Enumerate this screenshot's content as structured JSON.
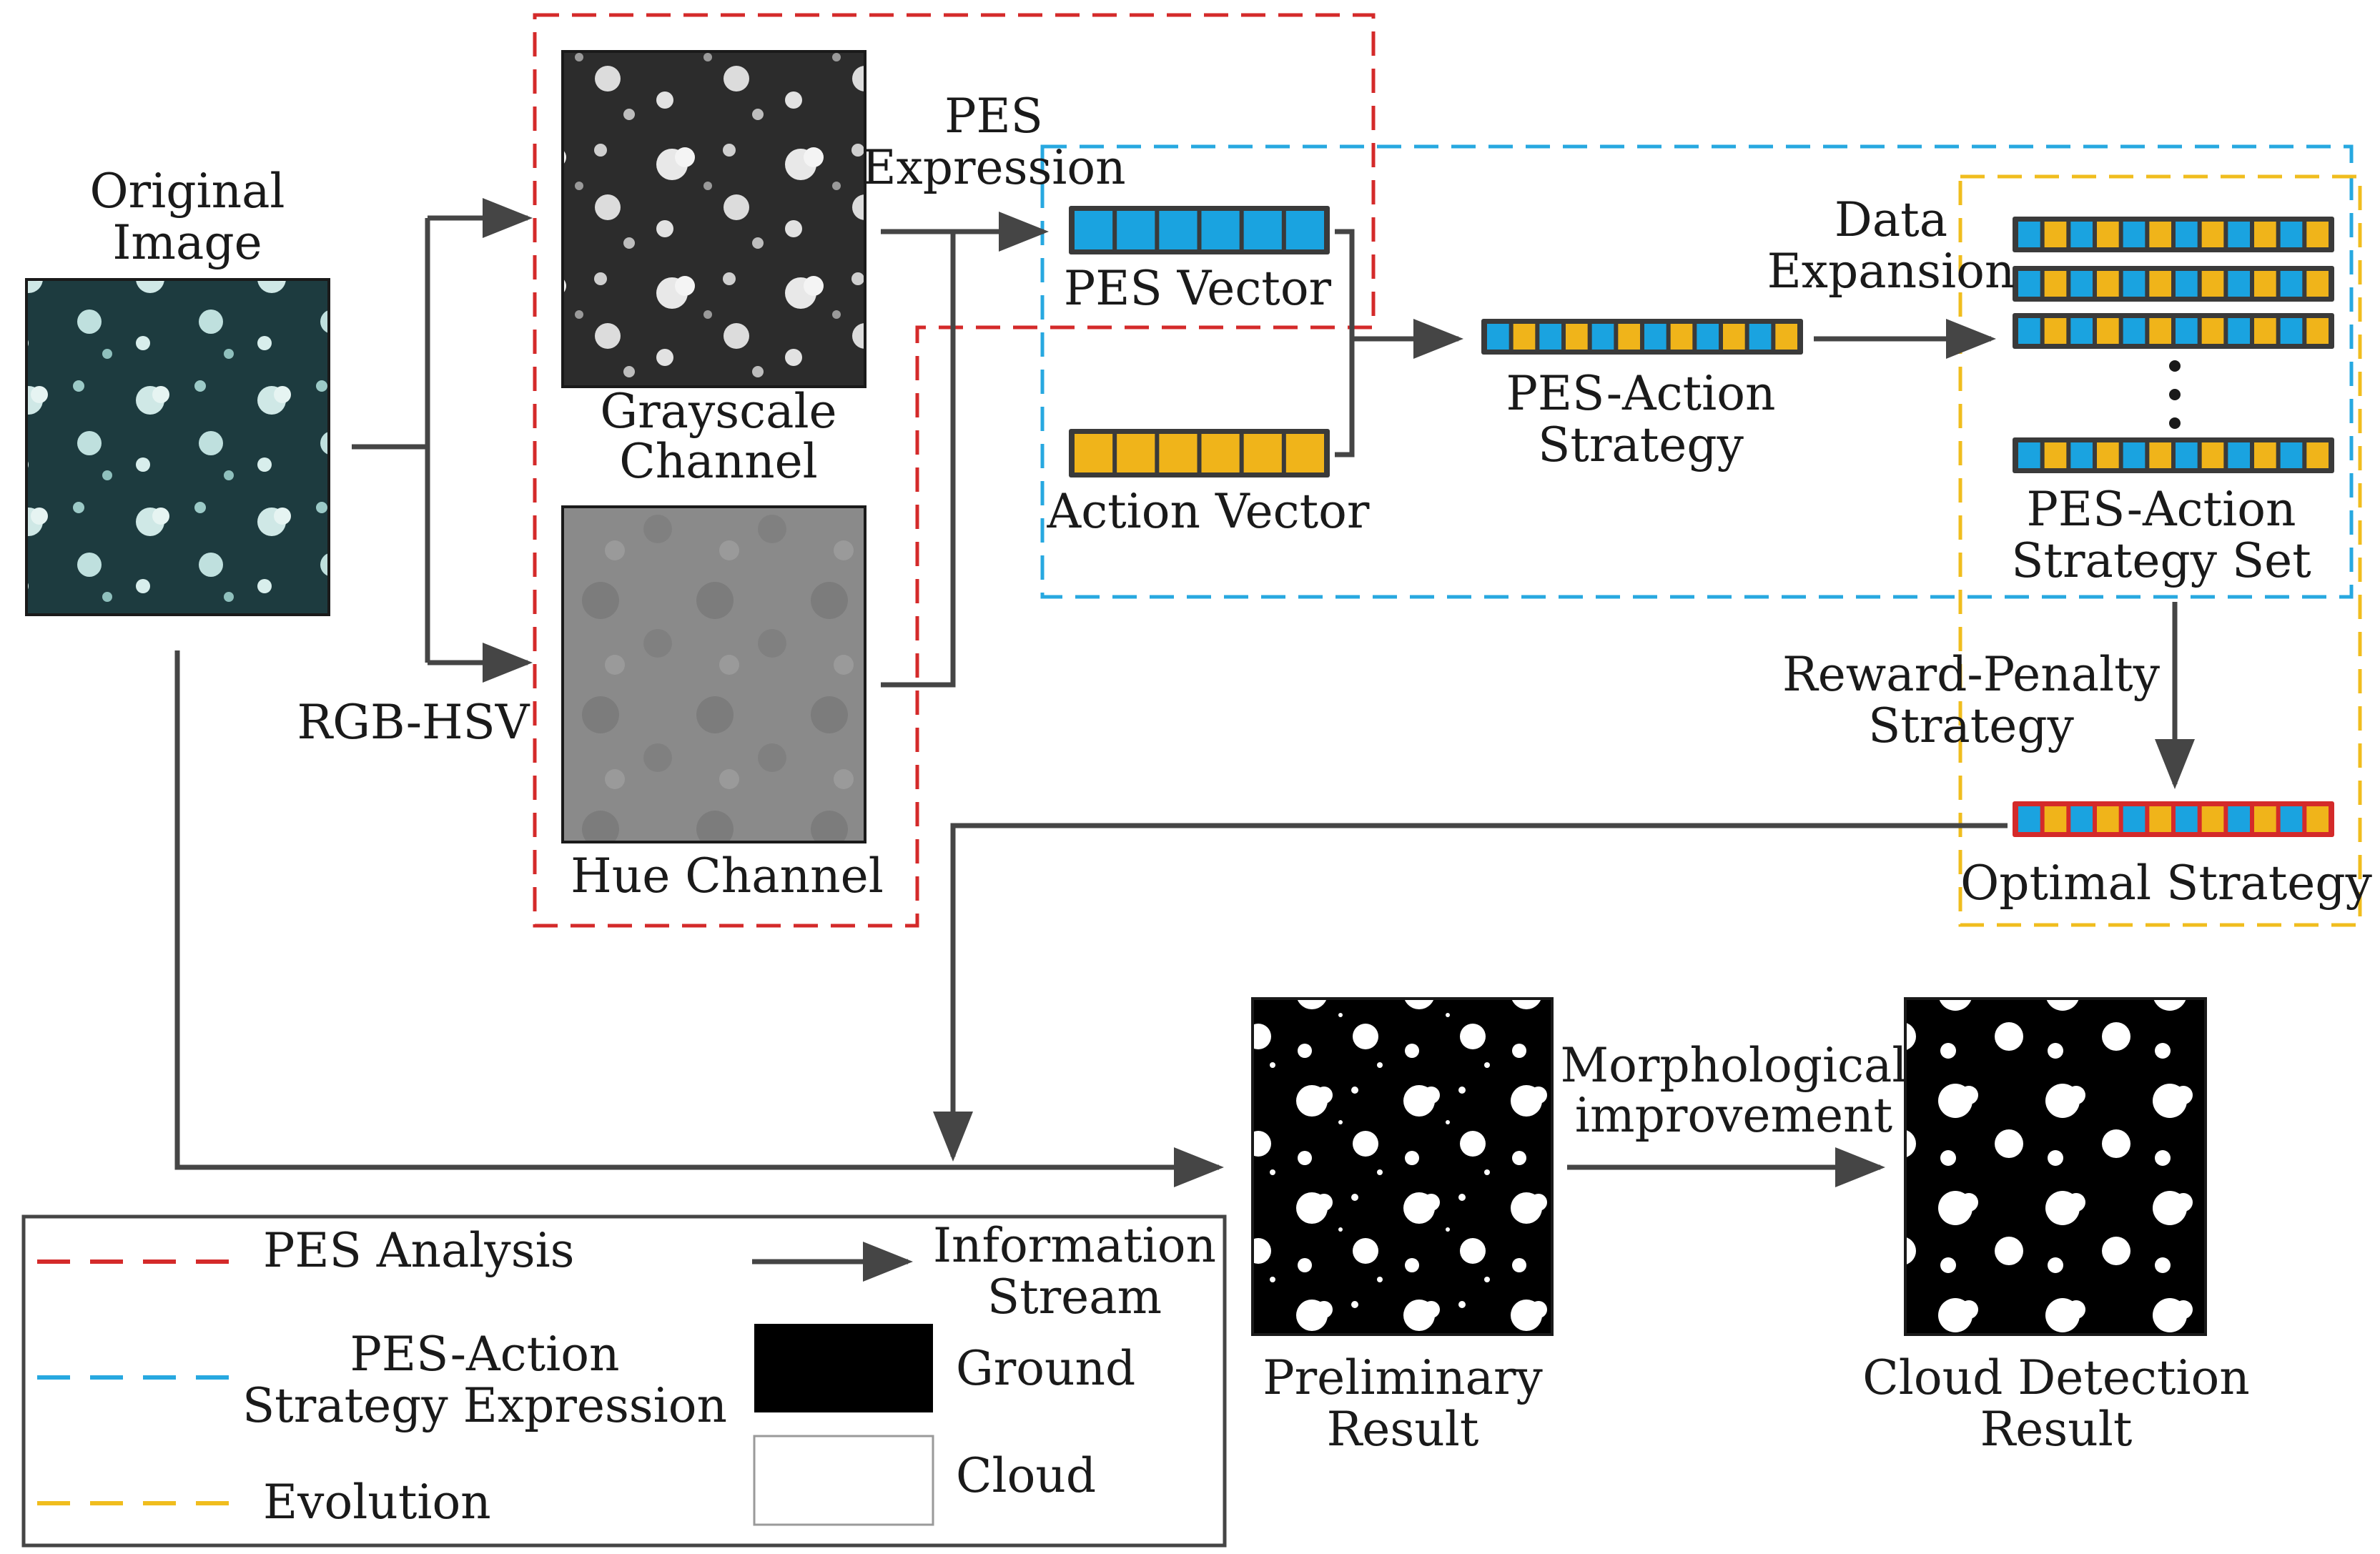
{
  "labels": {
    "original": [
      "Original",
      "Image"
    ],
    "grayscale": [
      "Grayscale",
      "Channel"
    ],
    "hue": "Hue Channel",
    "rgb_hsv": "RGB-HSV",
    "pes_expression": [
      "PES",
      "Expression"
    ],
    "pes_vector": "PES Vector",
    "action_vector": "Action Vector",
    "pes_action_strategy": [
      "PES-Action",
      "Strategy"
    ],
    "data_expansion": [
      "Data",
      "Expansion"
    ],
    "strategy_set": [
      "PES-Action",
      "Strategy Set"
    ],
    "reward_penalty": [
      "Reward-Penalty",
      "Strategy"
    ],
    "optimal": "Optimal Strategy",
    "preliminary": [
      "Preliminary",
      "Result"
    ],
    "morph": [
      "Morphological",
      "improvement"
    ],
    "cloud_result": [
      "Cloud Detection",
      "Result"
    ]
  },
  "legend": {
    "pes_analysis": "PES Analysis",
    "pes_action_expr": [
      "PES-Action",
      "Strategy Expression"
    ],
    "evolution": "Evolution",
    "info_stream": [
      "Information",
      "Stream"
    ],
    "ground": "Ground",
    "cloud": "Cloud"
  },
  "colors": {
    "pes_analysis": "#d42a2a",
    "pes_action_expression": "#27a8e0",
    "evolution": "#f0bd1e",
    "pes_cell": "#1aa3e0",
    "action_cell": "#f0b41a",
    "optimal_border": "#d42a2a",
    "arrow": "#454545"
  }
}
